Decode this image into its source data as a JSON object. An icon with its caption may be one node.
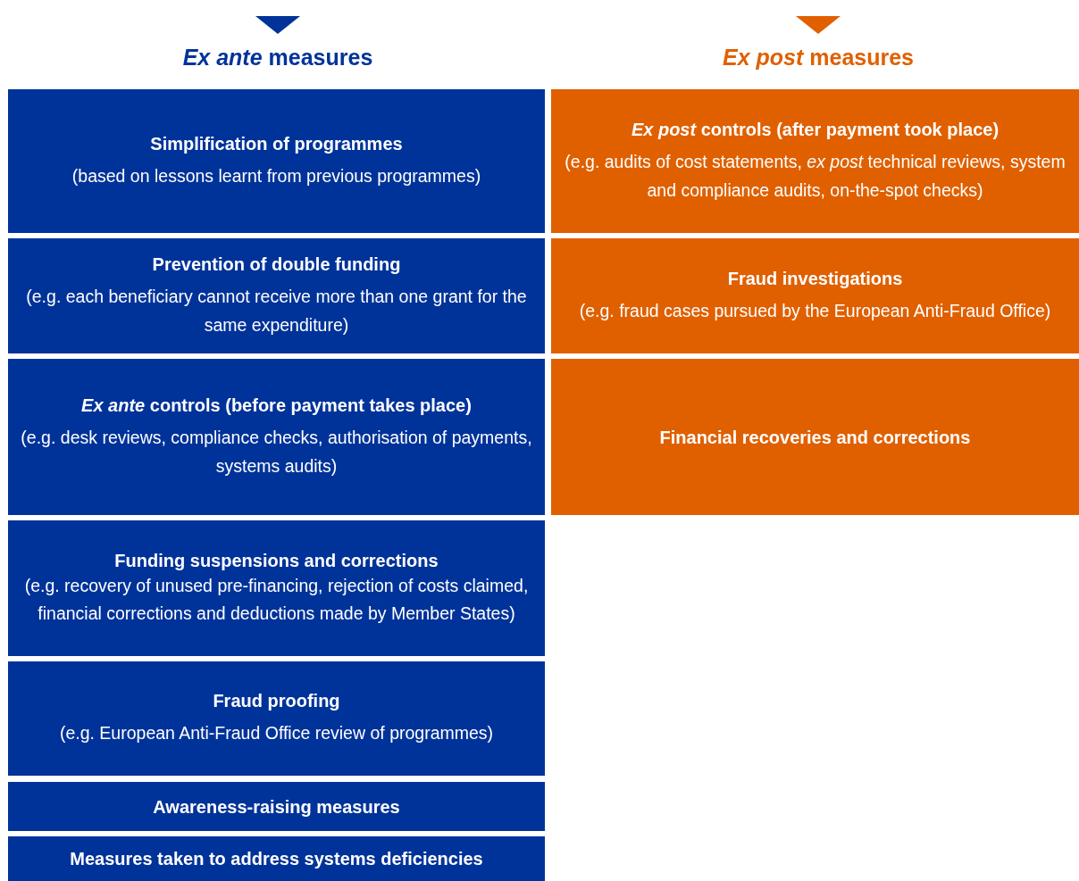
{
  "diagram": {
    "nodes": [
      {
        "text": [
          "Simplification of programmes",
          "(based on lessons learnt from previous programmes)"
        ]
      },
      {
        "text": [
          "Prevention of double funding",
          "(e.g. each beneficiary cannot receive more than one grant for the same expenditure)"
        ]
      },
      {
        "text": [
          "*Ex ante* controls (before payment takes place)",
          "(e.g. desk reviews, compliance checks, authorisation of payments, systems audits)"
        ]
      },
      {
        "text": [
          "Funding suspensions and corrections",
          "(e.g. recovery of unused pre-financing, rejection of costs claimed, financial corrections and deductions made by Member States)"
        ]
      },
      {
        "text": [
          "Fraud proofing",
          "(e.g. European Anti-Fraud Office review of programmes)"
        ]
      },
      {
        "text": [
          "Awareness-raising measures"
        ]
      },
      {
        "text": [
          "Measures taken to address systems deficiencies"
        ]
      },
      {
        "text": [
          "*Ex post* controls (after payment took place)",
          "(e.g. audits of cost statements, *ex post* technical reviews, system and compliance audits, on-the-spot checks)"
        ]
      },
      {
        "text": [
          "Fraud investigations",
          "(e.g. fraud cases pursued by the European Anti-Fraud Office)"
        ]
      },
      {
        "text": [
          "Financial recoveries and corrections"
        ]
      }
    ],
    "edges": [],
    "labels": [
      "*Ex ante* measures",
      "*Ex post* measures"
    ]
  }
}
